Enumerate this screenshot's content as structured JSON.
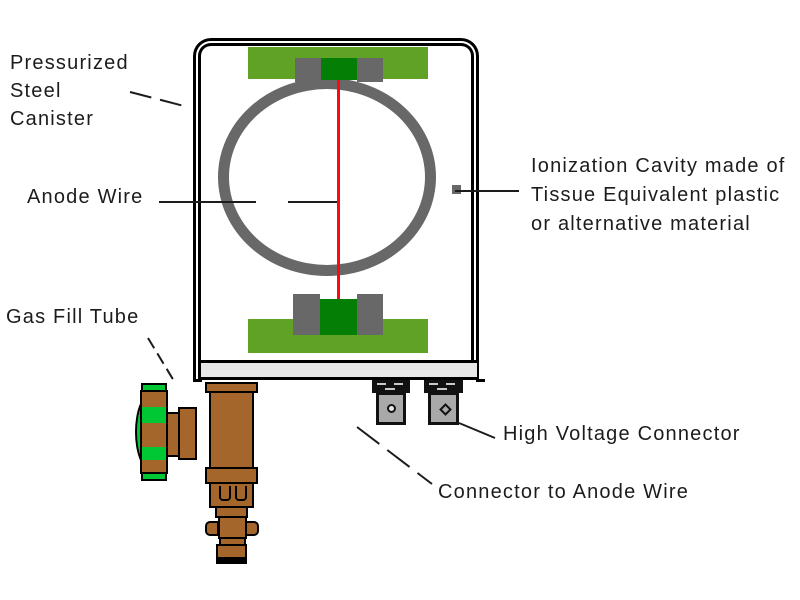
{
  "colors": {
    "light_green": "#5FA226",
    "dark_green": "#047E04",
    "bright_green": "#00C834",
    "brown": "#A4662B",
    "ring_gray": "#686868",
    "connector_gray": "#A9A9A9",
    "plate_gray": "#E8E8E8",
    "red": "#FF0A0A",
    "outline": "#000000",
    "text": "#1C1C1C"
  },
  "labels": {
    "canister": {
      "line1": "Pressurized",
      "line2": "Steel",
      "line3": "Canister"
    },
    "anode_wire": "Anode Wire",
    "cavity": {
      "line1": "Ionization Cavity made of",
      "line2": "Tissue Equivalent plastic",
      "line3": "or alternative material"
    },
    "gas_fill": "Gas Fill Tube",
    "hv_connector": "High Voltage Connector",
    "anode_connector": "Connector to Anode Wire"
  }
}
